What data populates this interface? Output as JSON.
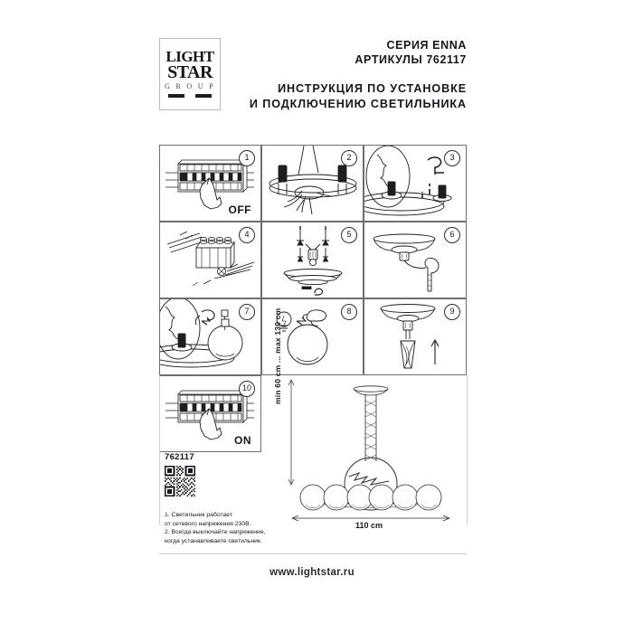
{
  "document": {
    "brand_logo": {
      "line1": "LIGHT",
      "line2": "STAR",
      "line3": "G R O U P"
    },
    "header": {
      "series": "СЕРИЯ ENNA",
      "article": "АРТИКУЛЫ 762117",
      "title_line1": "ИНСТРУКЦИЯ ПО УСТАНОВКЕ",
      "title_line2": "И ПОДКЛЮЧЕНИЮ СВЕТИЛЬНИКА"
    },
    "steps": [
      {
        "number": "1",
        "icon": "breaker-panel-hand-icon",
        "caption": "OFF"
      },
      {
        "number": "2",
        "icon": "chandelier-wiring-hand-icon",
        "caption": ""
      },
      {
        "number": "3",
        "icon": "chandelier-arm-screw-icon",
        "caption": ""
      },
      {
        "number": "4",
        "icon": "terminal-block-wires-icon",
        "caption": ""
      },
      {
        "number": "5",
        "icon": "ceiling-plate-hook-icon",
        "caption": ""
      },
      {
        "number": "6",
        "icon": "ceiling-mount-chain-icon",
        "caption": ""
      },
      {
        "number": "7",
        "icon": "glass-shade-mount-icon",
        "caption": ""
      },
      {
        "number": "8",
        "icon": "bulb-insert-hand-icon",
        "caption": ""
      },
      {
        "number": "9",
        "icon": "chain-length-adjust-icon",
        "caption": ""
      },
      {
        "number": "10",
        "icon": "breaker-panel-hand-icon",
        "caption": "ON"
      }
    ],
    "lamp_diagram": {
      "height_label": "min 60 cm ... max 130 cm",
      "width_label": "110 cm"
    },
    "info": {
      "sku": "762117",
      "qr_code_name": "qr-code",
      "notes": [
        "1. Светильник работает",
        "от сетевого напряжения 230В.",
        "2. Всегда выключайте напряжение,",
        "когда устанавливаете светильник."
      ]
    },
    "footer": {
      "website": "www.lightstar.ru"
    },
    "colors": {
      "ink": "#16171c",
      "line": "#6d6d72",
      "page_background": "#ffffff"
    }
  }
}
